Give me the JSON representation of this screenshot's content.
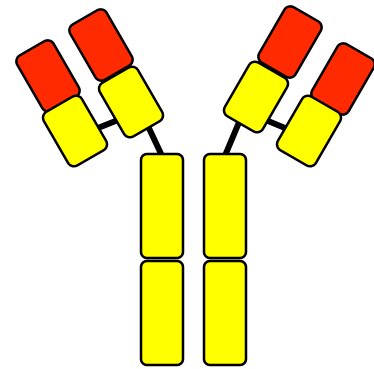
{
  "diagram": {
    "subject": "antibody",
    "colors": {
      "constant_domain": "#FFFF00",
      "variable_domain": "#FF2A00",
      "outline": "#000000",
      "background": "#FFFFFF"
    },
    "parts": {
      "heavy_chains": 2,
      "light_chains": 2,
      "heavy_chain_domains_each": 4,
      "light_chain_domains_each": 2
    }
  }
}
